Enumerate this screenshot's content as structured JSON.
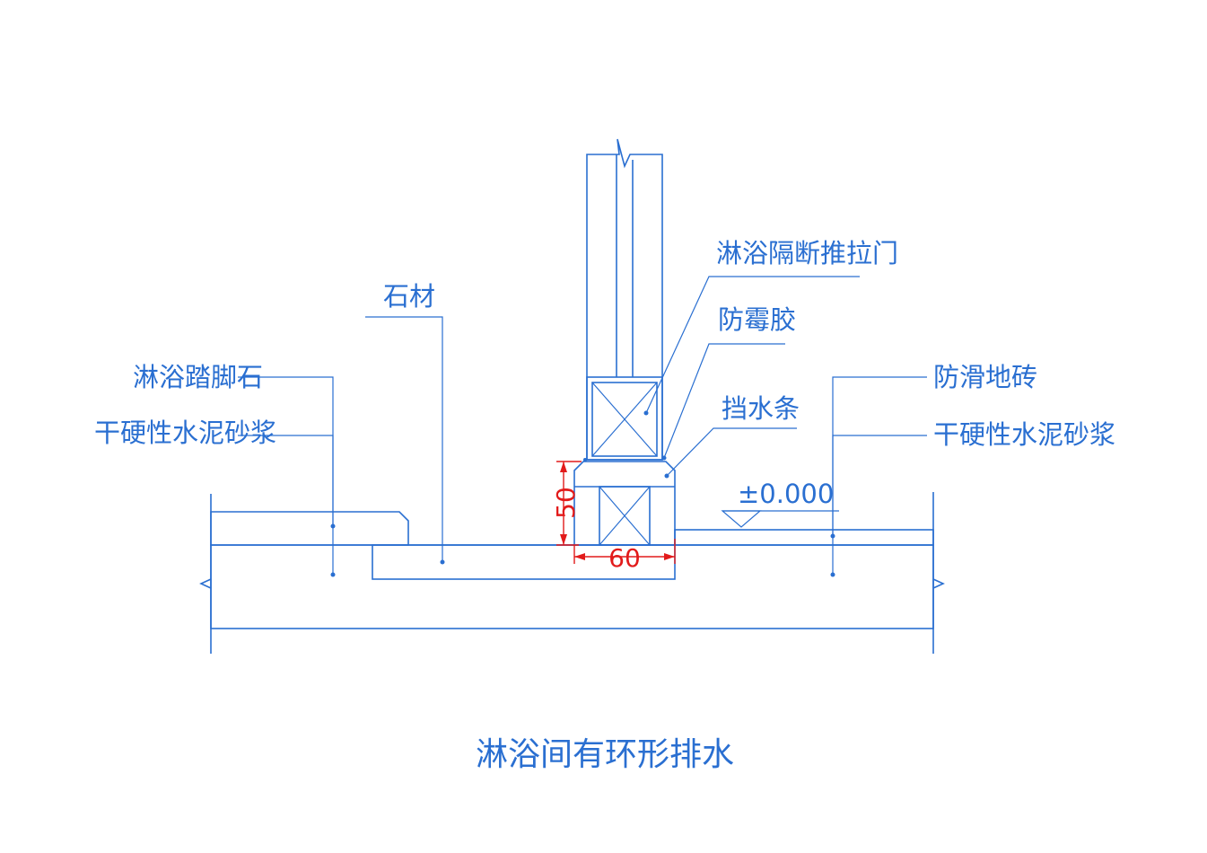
{
  "title": "淋浴间有环形排水",
  "labels": {
    "door": "淋浴隔断推拉门",
    "stone": "石材",
    "mildew_sealant": "防霉胶",
    "step_stone": "淋浴踏脚石",
    "mortar_left": "干硬性水泥砂浆",
    "water_bar": "挡水条",
    "anti_slip_tile": "防滑地砖",
    "mortar_right": "干硬性水泥砂浆",
    "elevation": "±0.000"
  },
  "dimensions": {
    "height": "50",
    "width": "60"
  },
  "colors": {
    "line": "#2a6fd1",
    "dimension": "#e21b1b"
  }
}
